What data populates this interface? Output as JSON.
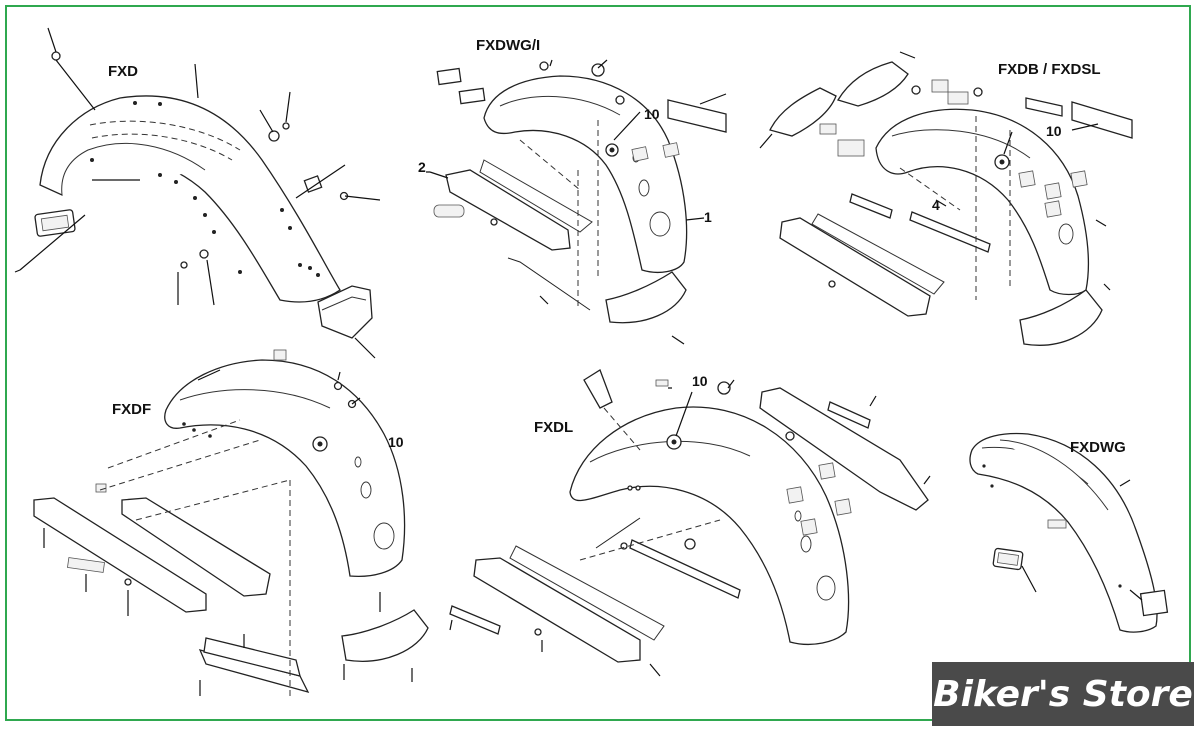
{
  "diagram": {
    "models": [
      {
        "key": "fxd",
        "label": "FXD"
      },
      {
        "key": "fxdwgi",
        "label": "FXDWG/I"
      },
      {
        "key": "fxdb",
        "label": "FXDB / FXDSL"
      },
      {
        "key": "fxdf",
        "label": "FXDF"
      },
      {
        "key": "fxdl",
        "label": "FXDL"
      },
      {
        "key": "fxdwg",
        "label": "FXDWG"
      }
    ],
    "callouts": {
      "fxdwgi_10": "10",
      "fxdwgi_2": "2",
      "fxdwgi_1": "1",
      "fxdb_10": "10",
      "fxdb_4": "4",
      "fxdf_10": "10",
      "fxdl_10": "10"
    },
    "watermark": "Biker's Store"
  },
  "colors": {
    "frame": "#2fa84f",
    "watermark_bg": "#4a4a4a",
    "watermark_text": "#ffffff",
    "line_art": "#222222"
  }
}
